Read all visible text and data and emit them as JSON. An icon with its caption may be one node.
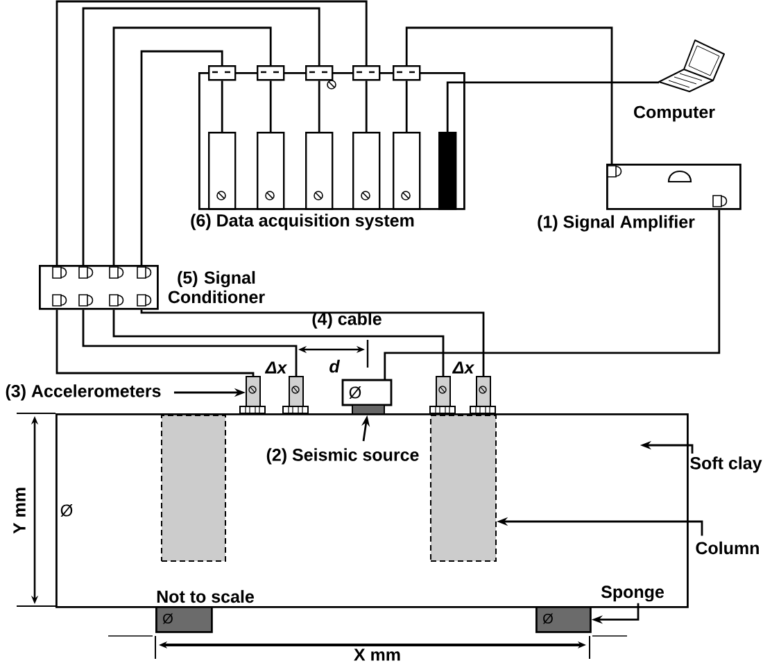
{
  "diagram": {
    "nodes": [
      {
        "text": [
          "(6) Data acquisition system"
        ]
      },
      {
        "text": [],
        "shape": "box"
      },
      {
        "text": [],
        "shape": "box"
      },
      {
        "text": [],
        "shape": "box"
      },
      {
        "text": [],
        "shape": "box"
      },
      {
        "text": [],
        "shape": "box"
      },
      {
        "text": [],
        "shape": "box",
        "in": 0
      },
      {
        "text": [],
        "shape": "box",
        "in": 0
      },
      {
        "text": [],
        "shape": "box",
        "in": 0
      },
      {
        "text": [],
        "shape": "box",
        "in": 0
      },
      {
        "text": [],
        "shape": "box",
        "in": 0
      },
      {
        "text": [],
        "shape": "box",
        "in": 0
      },
      {
        "text": [
          "Computer"
        ]
      },
      {
        "text": [
          "(1) Signal Amplifier"
        ]
      },
      {
        "text": [
          "(5) Signal Conditioner"
        ]
      },
      {
        "text": [
          "(3) Accelerometers"
        ]
      },
      {
        "text": [],
        "shape": "box"
      },
      {
        "text": [],
        "shape": "box"
      },
      {
        "text": [],
        "shape": "box"
      },
      {
        "text": [],
        "shape": "box"
      },
      {
        "text": [
          "Ø"
        ]
      },
      {
        "text": [],
        "shape": "box"
      },
      {
        "text": [
          "(2) Seismic source"
        ],
        "in": 21
      },
      {
        "text": [
          "Soft clay"
        ]
      },
      {
        "text": [],
        "shape": "box",
        "in": 21
      },
      {
        "text": [],
        "shape": "box",
        "in": 21
      },
      {
        "text": [
          "Column"
        ]
      },
      {
        "text": [
          "Ø"
        ]
      },
      {
        "text": [
          "Ø"
        ]
      },
      {
        "text": [
          "Sponge"
        ],
        "in": 21
      }
    ],
    "edges": [
      {
        "from": 14,
        "to": 4,
        "arrow": "none"
      },
      {
        "from": 14,
        "to": 3,
        "arrow": "none"
      },
      {
        "from": 14,
        "to": 2,
        "arrow": "none"
      },
      {
        "from": 14,
        "to": 1,
        "arrow": "none"
      },
      {
        "from": 5,
        "to": 13,
        "arrow": "none"
      },
      {
        "from": 1,
        "to": 6,
        "arrow": "none"
      },
      {
        "from": 2,
        "to": 7,
        "arrow": "none"
      },
      {
        "from": 3,
        "to": 8,
        "arrow": "none"
      },
      {
        "from": 4,
        "to": 9,
        "arrow": "none"
      },
      {
        "from": 5,
        "to": 10,
        "arrow": "none"
      },
      {
        "from": 12,
        "to": 11,
        "arrow": "none"
      },
      {
        "from": 13,
        "to": 20,
        "arrow": "none"
      },
      {
        "from": 14,
        "to": 16,
        "arrow": "none"
      },
      {
        "from": 14,
        "to": 17,
        "arrow": "none"
      },
      {
        "from": 14,
        "to": 18,
        "arrow": "none"
      },
      {
        "from": 14,
        "to": 19,
        "arrow": "none"
      },
      {
        "from": 15,
        "to": 16,
        "arrow": "to"
      },
      {
        "from": 22,
        "to": 20,
        "arrow": "to"
      },
      {
        "from": 23,
        "to": 21,
        "arrow": "to"
      },
      {
        "from": 26,
        "to": 25,
        "arrow": "to"
      },
      {
        "from": 29,
        "to": 28,
        "arrow": "to"
      }
    ],
    "labels": [
      "(4) cable",
      "Δx",
      "d",
      "Δx",
      "Y mm",
      "Ø",
      "Not to scale",
      "X mm"
    ]
  }
}
